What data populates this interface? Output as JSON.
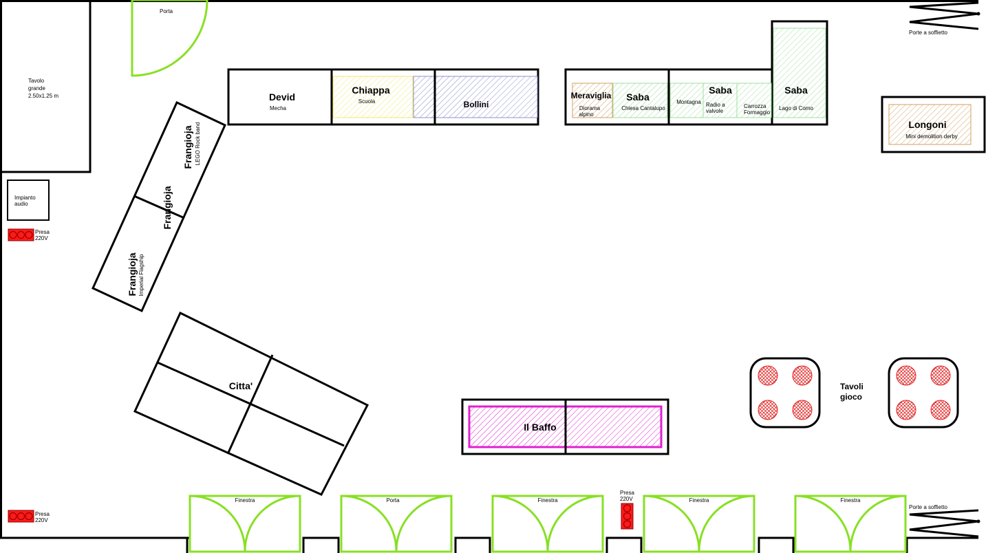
{
  "colors": {
    "door": "#88e024",
    "outlet": "#ff1a1a",
    "yellow_area": "#f2e86a",
    "blue_area": "#8e8ecb",
    "green_area": "#9ddf9d",
    "brown_area": "#d0a060",
    "magenta_area": "#e020d0",
    "game_circle": "#e02020"
  },
  "top_door": {
    "label": "Porta"
  },
  "folding_doors": {
    "top_label": "Porte a soffietto",
    "bottom_label": "Porte a soffietto"
  },
  "tavolo_grande": {
    "line1": "Tavolo",
    "line2": "grande",
    "line3": "2.50x1.25 m"
  },
  "impianto": {
    "line1": "Impianto",
    "line2": "audio"
  },
  "outlets": {
    "left_upper": {
      "line1": "Presa",
      "line2": "220V"
    },
    "left_lower": {
      "line1": "Presa",
      "line2": "220V"
    },
    "bottom_mid": {
      "line1": "Presa",
      "line2": "220V"
    }
  },
  "top_row": {
    "devid": {
      "title": "Devid",
      "subtitle": "Mecha"
    },
    "chiappa": {
      "title": "Chiappa",
      "subtitle": "Scuola"
    },
    "bollini": {
      "title": "Bollini"
    }
  },
  "right_row": {
    "meraviglia": {
      "title": "Meraviglia",
      "sub1": "Diorama",
      "sub2": "alpino"
    },
    "saba1": {
      "title": "Saba",
      "subtitle": "Chiesa Cantalupo"
    },
    "saba2": {
      "title": "Saba",
      "sub_a": "Montagna",
      "sub_b1": "Radio a",
      "sub_b2": "valvole",
      "sub_c1": "Carrozza",
      "sub_c2": "Formaggio"
    },
    "saba3": {
      "title": "Saba",
      "subtitle": "Lago di Como"
    }
  },
  "longoni": {
    "title": "Longoni",
    "subtitle": "Mini demolition derby"
  },
  "frangioja": {
    "upper": {
      "title": "Frangioja",
      "subtitle": "LEGO Rock band"
    },
    "middle": {
      "title": "Frangioja"
    },
    "lower": {
      "title": "Frangioja",
      "subtitle": "Imperial Flagship"
    }
  },
  "citta": {
    "title": "Citta'"
  },
  "il_baffo": {
    "title": "Il Baffo"
  },
  "tavoli_gioco": {
    "line1": "Tavoli",
    "line2": "gioco"
  },
  "bottom_openings": [
    {
      "label": "Finestra"
    },
    {
      "label": "Porta"
    },
    {
      "label": "Finestra"
    },
    {
      "label": "Finestra"
    },
    {
      "label": "Finestra"
    }
  ]
}
